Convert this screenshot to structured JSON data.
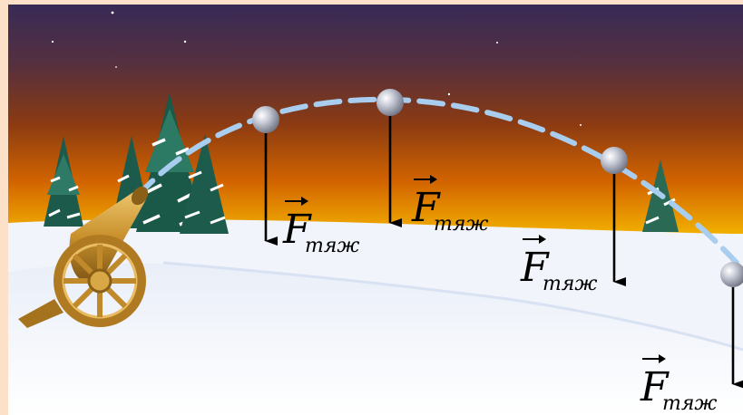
{
  "scene": {
    "sky_colors": [
      "#3a2a55",
      "#5a2f3a",
      "#8f3a0e",
      "#d76a00",
      "#f5b400"
    ],
    "snow_color": "#f4f7fc",
    "trajectory_color": "#a9cdee",
    "ball_color": "#b8bccb",
    "cannon_color": "#c8902c"
  },
  "forces": [
    {
      "symbol": "F",
      "subscript": "тяж"
    },
    {
      "symbol": "F",
      "subscript": "тяж"
    },
    {
      "symbol": "F",
      "subscript": "тяж"
    },
    {
      "symbol": "F",
      "subscript": "тяж"
    }
  ]
}
